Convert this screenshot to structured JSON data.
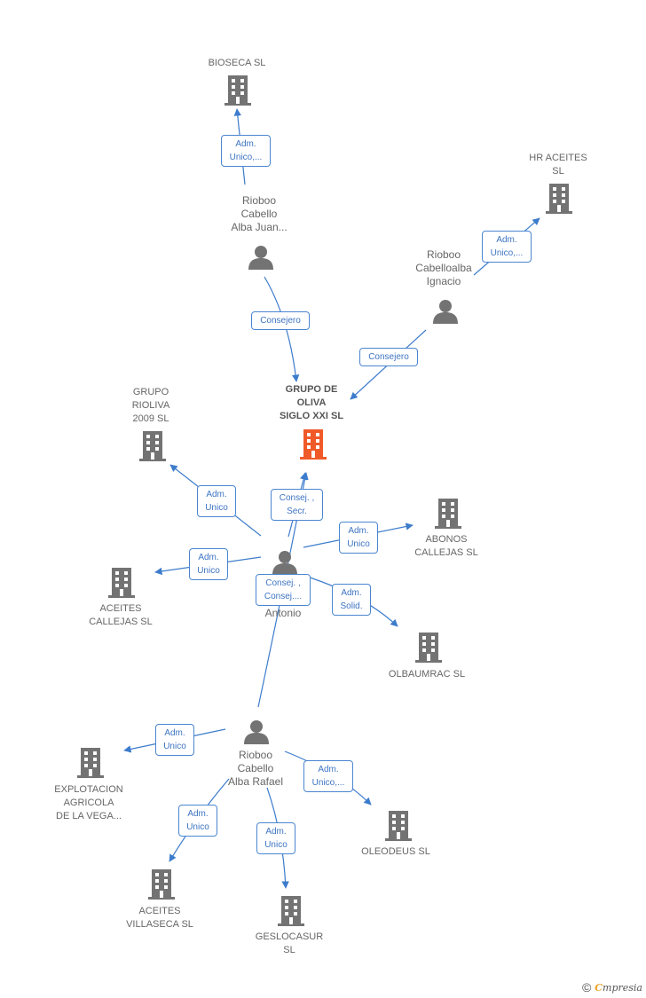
{
  "colors": {
    "edge": "#3d7ccc",
    "icon": "#737373",
    "main_icon": "#f05a28"
  },
  "companies": {
    "bioseca": [
      "BIOSECA  SL"
    ],
    "hr_aceites": [
      "HR ACEITES",
      "SL"
    ],
    "grupo_rioliva": [
      "GRUPO",
      "RIOLIVA",
      "2009 SL"
    ],
    "grupo_de_oliva": [
      "GRUPO DE",
      "OLIVA",
      "SIGLO XXI  SL"
    ],
    "abonos_callejas": [
      "ABONOS",
      "CALLEJAS  SL"
    ],
    "aceites_callejas": [
      "ACEITES",
      "CALLEJAS  SL"
    ],
    "olbaumrac": [
      "OLBAUMRAC SL"
    ],
    "explotacion": [
      "EXPLOTACION",
      "AGRICOLA",
      "DE LA VEGA..."
    ],
    "oleodeus": [
      "OLEODEUS  SL"
    ],
    "aceites_villaseca": [
      "ACEITES",
      "VILLASECA  SL"
    ],
    "geslocasur": [
      "GESLOCASUR",
      "SL"
    ]
  },
  "persons": {
    "rioboo_juan": [
      "Rioboo",
      "Cabello",
      "Alba Juan..."
    ],
    "rioboo_ignacio": [
      "Rioboo",
      "Cabelloalba",
      "Ignacio"
    ],
    "antonio": [
      "Antonio"
    ],
    "rioboo_rafael": [
      "Rioboo",
      "Cabello",
      "Alba Rafael"
    ]
  },
  "edge_labels": {
    "juan_bioseca": [
      "Adm.",
      "Unico,..."
    ],
    "juan_grupo": [
      "Consejero"
    ],
    "ignacio_hr": [
      "Adm.",
      "Unico,..."
    ],
    "ignacio_grupo": [
      "Consejero"
    ],
    "antonio_grupo": [
      "Consej. ,",
      "Secr."
    ],
    "antonio_rioliva": [
      "Adm.",
      "Unico"
    ],
    "antonio_abonos": [
      "Adm.",
      "Unico"
    ],
    "antonio_aceites": [
      "Adm.",
      "Unico"
    ],
    "antonio_olbaumrac": [
      "Adm.",
      "Solid."
    ],
    "rafael_grupo": [
      "Consej. ,",
      "Consej...."
    ],
    "rafael_explotacion": [
      "Adm.",
      "Unico"
    ],
    "rafael_oleodeus": [
      "Adm.",
      "Unico,..."
    ],
    "rafael_villaseca": [
      "Adm.",
      "Unico"
    ],
    "rafael_geslocasur": [
      "Adm.",
      "Unico"
    ]
  },
  "footer": {
    "copyright_symbol": "©",
    "brand_initial": "C",
    "brand_rest": "mpresia"
  }
}
